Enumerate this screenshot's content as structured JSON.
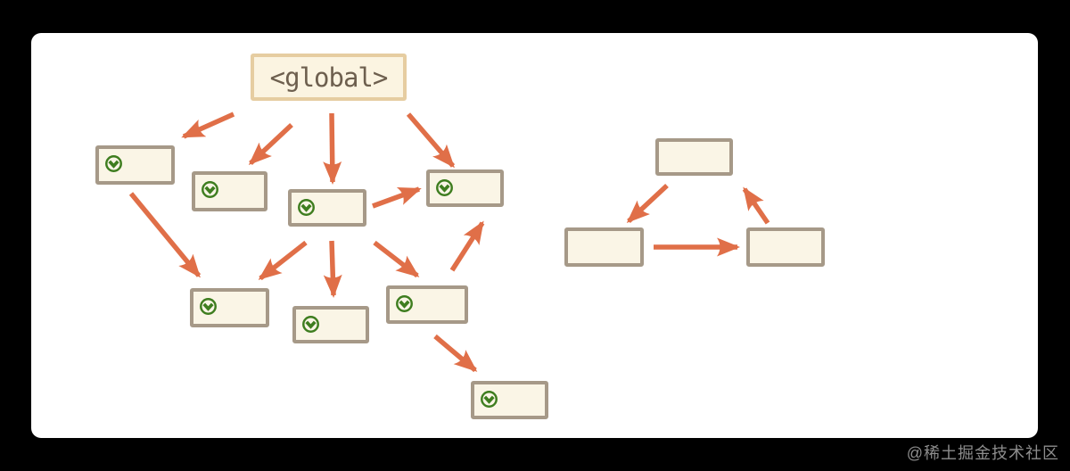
{
  "page": {
    "background": "#000000"
  },
  "card": {
    "background": "#ffffff"
  },
  "watermark": {
    "text": "@稀土掘金技术社区",
    "color": "#8d8d8d"
  },
  "colors": {
    "arrow": "#e06f48",
    "node_border": "#a69988",
    "node_fill": "#faf5e6",
    "global_border": "#e6cda1",
    "global_fill": "#fbf4e1",
    "global_text": "#6d5f4e",
    "icon_green": "#3e7d1f"
  },
  "diagram": {
    "nodes": [
      {
        "id": "global",
        "label": "<global>",
        "kind": "global",
        "icon": null
      },
      {
        "id": "task-1",
        "label": "",
        "kind": "task",
        "icon": "check-circle-down-icon"
      },
      {
        "id": "task-2",
        "label": "",
        "kind": "task",
        "icon": "check-circle-down-icon"
      },
      {
        "id": "task-3",
        "label": "",
        "kind": "task",
        "icon": "check-circle-down-icon"
      },
      {
        "id": "task-4",
        "label": "",
        "kind": "task",
        "icon": "check-circle-down-icon"
      },
      {
        "id": "task-5",
        "label": "",
        "kind": "task",
        "icon": "check-circle-down-icon"
      },
      {
        "id": "task-6",
        "label": "",
        "kind": "task",
        "icon": "check-circle-down-icon"
      },
      {
        "id": "task-7",
        "label": "",
        "kind": "task",
        "icon": "check-circle-down-icon"
      },
      {
        "id": "task-8",
        "label": "",
        "kind": "task",
        "icon": "check-circle-down-icon"
      },
      {
        "id": "cycle-1",
        "label": "",
        "kind": "plain",
        "icon": null
      },
      {
        "id": "cycle-2",
        "label": "",
        "kind": "plain",
        "icon": null
      },
      {
        "id": "cycle-3",
        "label": "",
        "kind": "plain",
        "icon": null
      }
    ],
    "edges": [
      {
        "from": "global",
        "to": "task-1"
      },
      {
        "from": "global",
        "to": "task-2"
      },
      {
        "from": "global",
        "to": "task-3"
      },
      {
        "from": "global",
        "to": "task-4"
      },
      {
        "from": "task-3",
        "to": "task-4"
      },
      {
        "from": "task-1",
        "to": "task-5"
      },
      {
        "from": "task-3",
        "to": "task-5"
      },
      {
        "from": "task-3",
        "to": "task-6"
      },
      {
        "from": "task-3",
        "to": "task-7"
      },
      {
        "from": "task-7",
        "to": "task-4"
      },
      {
        "from": "task-7",
        "to": "task-8"
      },
      {
        "from": "cycle-1",
        "to": "cycle-2"
      },
      {
        "from": "cycle-2",
        "to": "cycle-3"
      },
      {
        "from": "cycle-3",
        "to": "cycle-1"
      }
    ]
  }
}
